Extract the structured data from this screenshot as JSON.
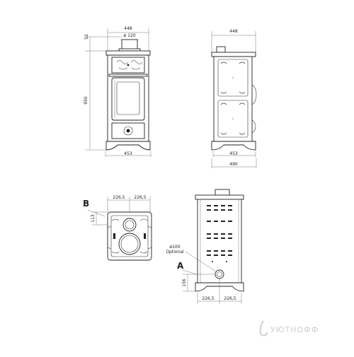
{
  "drawing": {
    "front": {
      "width_top": "448",
      "flue_diameter": "ø 120",
      "collar_height": "52",
      "height": "950",
      "base_width": "453"
    },
    "side": {
      "width_top": "448",
      "base_width": "453",
      "depth": "490"
    },
    "top": {
      "marker": "B",
      "offset_left": "226,5",
      "offset_right": "226,5",
      "offset_depth": "113"
    },
    "rear": {
      "optional_label_1": "ø100",
      "optional_label_2": "Optional",
      "marker": "A",
      "offset_height": "156",
      "offset_left": "226,5",
      "offset_right": "226,5"
    }
  },
  "watermark": {
    "text": "УЮТНОФФ"
  }
}
